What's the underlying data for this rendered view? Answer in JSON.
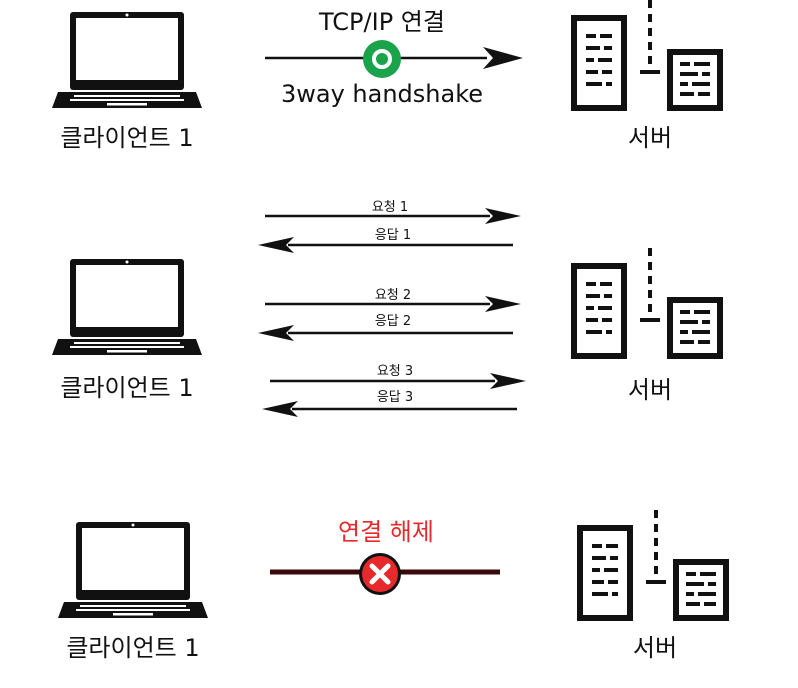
{
  "scene1": {
    "client_label": "클라이언트 1",
    "server_label": "서버",
    "top_label": "TCP/IP 연결",
    "bottom_label": "3way handshake",
    "connect_color": "#1aa34a"
  },
  "scene2": {
    "client_label": "클라이언트 1",
    "server_label": "서버",
    "messages": [
      {
        "request": "요청 1",
        "response": "응답 1"
      },
      {
        "request": "요청 2",
        "response": "응답 2"
      },
      {
        "request": "요청 3",
        "response": "응답 3"
      }
    ]
  },
  "scene3": {
    "client_label": "클라이언트 1",
    "server_label": "서버",
    "top_label": "연결 해제",
    "top_color": "#e8292b",
    "line_color": "#3a0a0a",
    "close_icon": "x-icon"
  }
}
